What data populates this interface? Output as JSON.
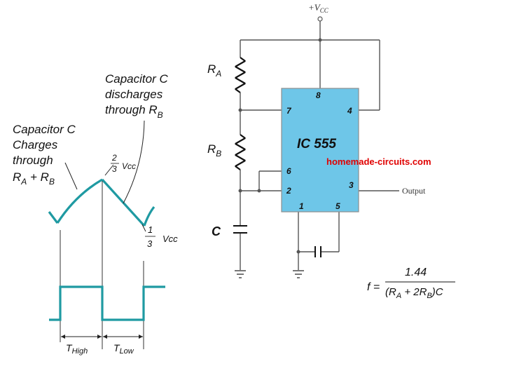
{
  "annotations": {
    "charge": [
      "Capacitor C",
      "Charges",
      "through"
    ],
    "charge_r_a": "R",
    "charge_sub_a": "A",
    "charge_plus": " + ",
    "charge_r_b": "R",
    "charge_sub_b": "B",
    "discharge": [
      "Capacitor C",
      "discharges"
    ],
    "discharge_through": "through R",
    "discharge_sub": "B",
    "two_thirds_num": "2",
    "two_thirds_den": "3",
    "two_thirds_vcc": "Vcc",
    "one_third_num": "1",
    "one_third_den": "3",
    "one_third_vcc": "Vcc",
    "t_high": "T",
    "t_high_sub": "High",
    "t_low": "T",
    "t_low_sub": "Low"
  },
  "circuit": {
    "vcc": "+V",
    "vcc_sub": "CC",
    "ra": "R",
    "ra_sub": "A",
    "rb": "R",
    "rb_sub": "B",
    "c": "C",
    "ic_label": "IC 555",
    "watermark": "homemade-circuits.com",
    "output": "Output",
    "pins": {
      "p8": "8",
      "p7": "7",
      "p4": "4",
      "p6": "6",
      "p2": "2",
      "p3": "3",
      "p1": "1",
      "p5": "5"
    }
  },
  "formula": {
    "f": "f =",
    "numerator": "1.44",
    "den_open": "(R",
    "den_a": "A",
    "den_mid": " + 2R",
    "den_b": "B",
    "den_close": ")C"
  },
  "colors": {
    "ic_fill": "#6EC6E8",
    "ic_stroke": "#8E8E8E",
    "waveform": "#1F9AA2",
    "watermark": "#E00000"
  }
}
